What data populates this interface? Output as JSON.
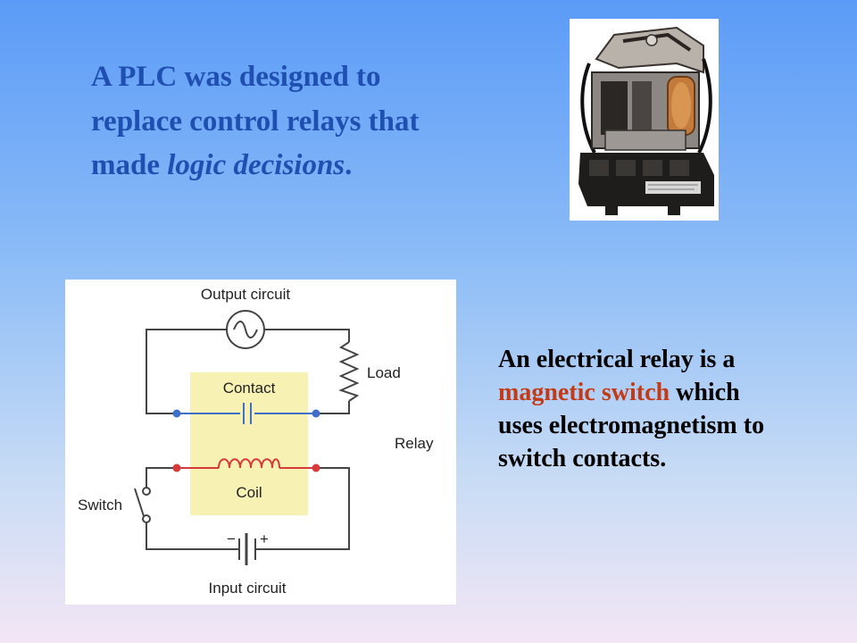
{
  "slide": {
    "headline": {
      "line1": "A PLC was designed to",
      "line2": "replace control relays that",
      "line3_prefix": "made ",
      "line3_emphasis": "logic decisions",
      "line3_suffix": "."
    },
    "description": {
      "part1": "An electrical relay is a ",
      "highlight1": "magnetic",
      "space": " ",
      "highlight2": "switch",
      "part2": " which uses electromagnetism to switch contacts."
    }
  },
  "diagram": {
    "output_circuit": "Output circuit",
    "load": "Load",
    "contact": "Contact",
    "relay": "Relay",
    "coil": "Coil",
    "switch": "Switch",
    "minus": "−",
    "plus": "+",
    "input_circuit": "Input circuit"
  },
  "colors": {
    "headline": "#1f4fb0",
    "accent": "#c33b16",
    "relay_box": "#f8f1b4",
    "contact_wire": "#3e6fc9",
    "coil_wire": "#d63a3a"
  },
  "icons": {
    "photo": "relay-photo",
    "ac_source": "ac-source-icon",
    "resistor": "resistor-icon",
    "battery": "battery-icon"
  }
}
